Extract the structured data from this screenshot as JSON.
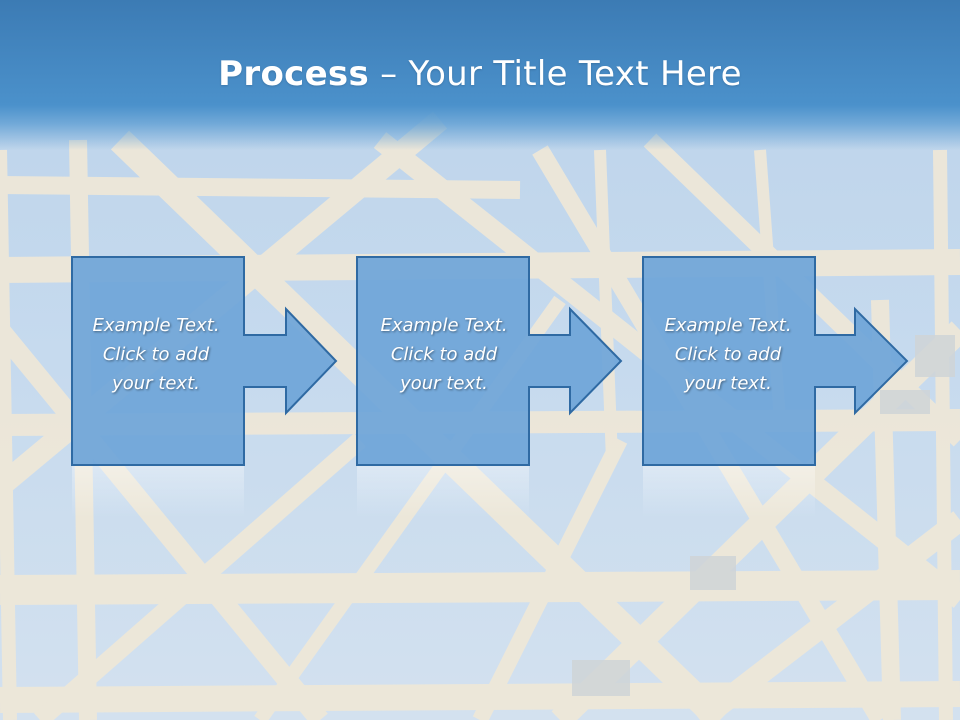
{
  "slide": {
    "title_bold": "Process",
    "title_rest": " – Your Title Text Here"
  },
  "steps": [
    {
      "line1": "Example Text.",
      "line2": "Click  to add",
      "line3": "your text."
    },
    {
      "line1": "Example Text.",
      "line2": "Click  to add",
      "line3": "your text."
    },
    {
      "line1": "Example Text.",
      "line2": "Click  to add",
      "line3": "your text."
    }
  ],
  "colors": {
    "title_band": "#3c7bb4",
    "box_fill": "#6fa5d8",
    "box_border": "#2f6aa3",
    "sky": "#c4d9ee",
    "wood": "#ece4d2"
  }
}
